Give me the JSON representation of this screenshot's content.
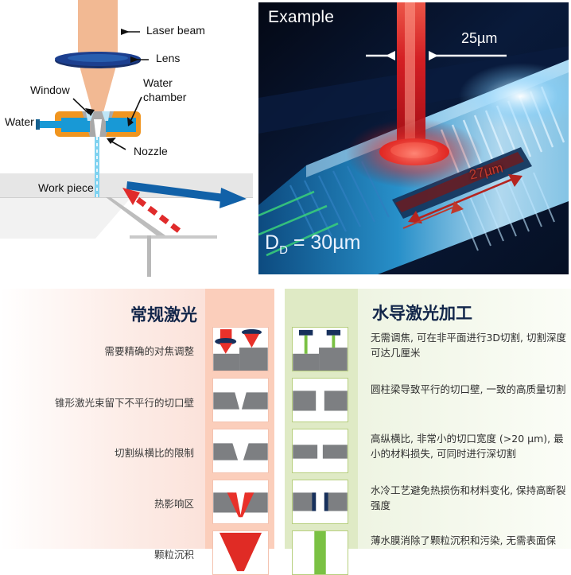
{
  "diagram": {
    "name": "water-jet-guided-laser-principle",
    "labels": {
      "laser_beam": "Laser beam",
      "lens": "Lens",
      "window": "Window",
      "water_chamber": "Water chamber",
      "water": "Water",
      "nozzle": "Nozzle",
      "work_piece": "Work piece"
    },
    "colors": {
      "beam": "#f2b993",
      "lens": "#1b3264",
      "chamber_body": "#f0951f",
      "water": "#1899d6",
      "jet": "#7fd2f0",
      "work_piece": "#d9d9d9",
      "blue_arrow": "#1161a8",
      "red_arrow": "#e02b2b"
    }
  },
  "photo": {
    "title": "Example",
    "kerf_top": "25µm",
    "kerf_side": "27µm",
    "spot_label": "D",
    "spot_sub": "D",
    "spot_value": " = 30µm",
    "colors": {
      "background": "#050a18",
      "beam": "#e8262a",
      "wafer": "#2aa7e0",
      "annotation_white": "#ffffff",
      "annotation_red": "#c0392b"
    }
  },
  "compare": {
    "left_heading": "常规激光",
    "right_heading": "水导激光加工",
    "colors": {
      "pink_band": "#fbcebb",
      "green_band": "#dfeac5",
      "heading": "#12264a",
      "laser_red": "#e8312a",
      "lens_navy": "#17305c",
      "jet_green": "#7ac143",
      "material_gray": "#7d7f82"
    },
    "rows": [
      {
        "left_label": "需要精确的对焦调整",
        "right_text": "无需调焦, 可在非平面进行3D切割, 切割深度可达几厘米",
        "left_icon": "conventional-focus-icon",
        "right_icon": "waterjet-focus-icon"
      },
      {
        "left_label": "锥形激光束留下不平行的切口壁",
        "right_text": "圆柱梁导致平行的切口壁, 一致的高质量切割",
        "left_icon": "conventional-taper-kerf-icon",
        "right_icon": "waterjet-parallel-kerf-icon"
      },
      {
        "left_label": "切割纵横比的限制",
        "right_text": "高纵横比, 非常小的切口宽度 (>20 µm), 最小的材料损失, 可同时进行深切割",
        "left_icon": "conventional-aspect-ratio-icon",
        "right_icon": "waterjet-aspect-ratio-icon"
      },
      {
        "left_label": "热影响区",
        "right_text": "水冷工艺避免热损伤和材料变化, 保持高断裂强度",
        "left_icon": "conventional-heat-affected-zone-icon",
        "right_icon": "waterjet-no-heat-zone-icon"
      },
      {
        "left_label": "颗粒沉积",
        "right_text": "薄水膜消除了颗粒沉积和污染, 无需表面保",
        "left_icon": "conventional-particle-deposition-icon",
        "right_icon": "waterjet-clean-surface-icon"
      }
    ]
  }
}
